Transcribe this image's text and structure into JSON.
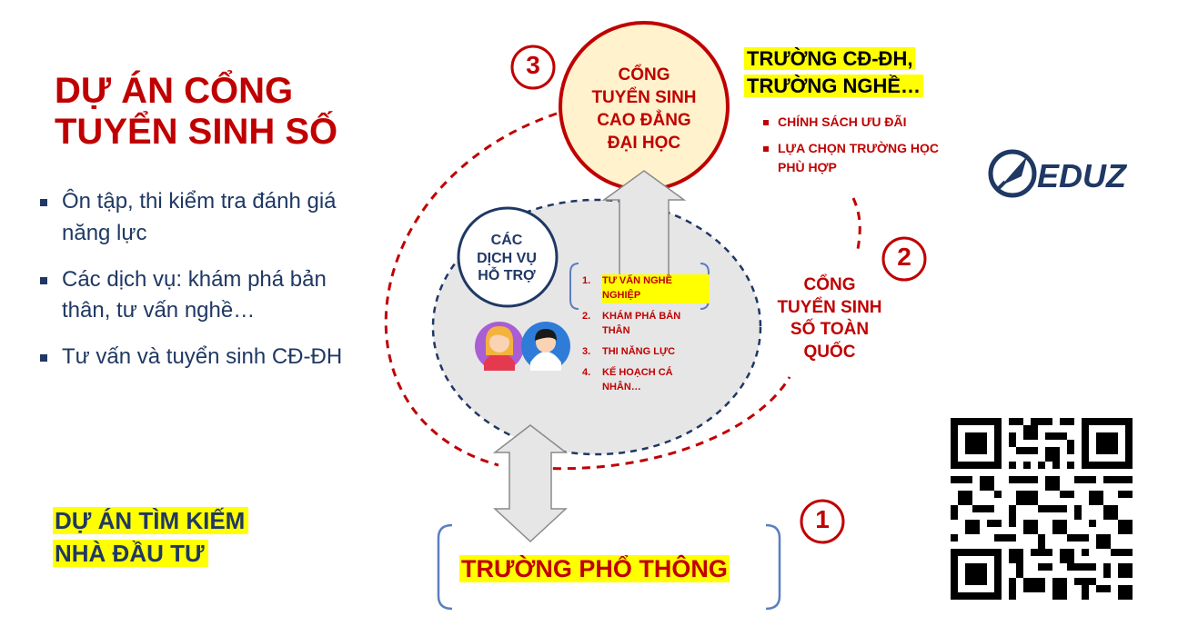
{
  "title_lines": [
    "DỰ ÁN CỔNG",
    "TUYỂN SINH SỐ"
  ],
  "bullets": [
    "Ôn tập, thi kiểm tra đánh giá năng lực",
    "Các dịch vụ: khám phá bản thân, tư vấn nghề…",
    "Tư vấn và tuyển sinh CĐ-ĐH"
  ],
  "investor_lines": [
    "DỰ ÁN TÌM KIẾM",
    "NHÀ ĐẦU TƯ"
  ],
  "diagram": {
    "portal_circle": {
      "number": "3",
      "lines": [
        "CỔNG",
        "TUYỂN SINH",
        "CAO ĐẲNG",
        "ĐẠI HỌC"
      ]
    },
    "schools": {
      "heading_lines": [
        "TRƯỜNG CĐ-ĐH,",
        "TRƯỜNG NGHỀ…"
      ],
      "items": [
        "CHÍNH SÁCH ƯU ĐÃI",
        "LỰA CHỌN TRƯỜNG HỌC PHÙ HỢP"
      ]
    },
    "national_portal": {
      "number": "2",
      "lines": [
        "CỔNG",
        "TUYỂN SINH",
        "SỐ TOÀN",
        "QUỐC"
      ]
    },
    "services_circle": {
      "lines": [
        "CÁC",
        "DỊCH VỤ",
        "HỖ TRỢ"
      ]
    },
    "services": [
      {
        "n": "1.",
        "text": "TƯ VẤN NGHỀ NGHIỆP"
      },
      {
        "n": "2.",
        "text": "KHÁM PHÁ BẢN THÂN"
      },
      {
        "n": "3.",
        "text": "THI NĂNG LỰC"
      },
      {
        "n": "4.",
        "text": "KẾ HOẠCH CÁ NHÂN…"
      }
    ],
    "high_school": {
      "number": "1",
      "label": "TRƯỜNG PHỔ THÔNG"
    }
  },
  "logo": {
    "text": "EDUZ"
  },
  "colors": {
    "red": "#c00000",
    "navy": "#1f3864",
    "highlight": "#ffff00",
    "cream": "#fff2cc"
  }
}
